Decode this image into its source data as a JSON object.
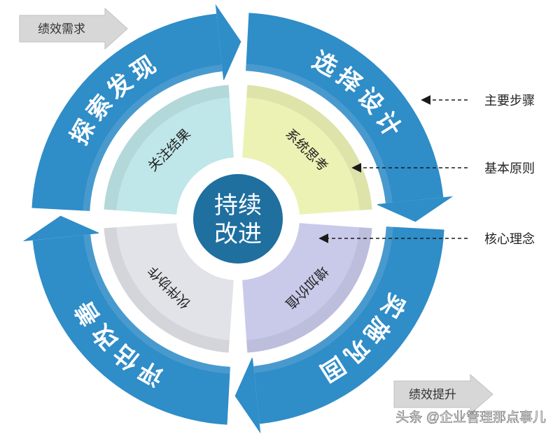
{
  "center": {
    "line1": "持续",
    "line2": "改进"
  },
  "outer_stages": [
    "选择设计",
    "实施巩固",
    "评估改善",
    "探索发现"
  ],
  "inner_principles": [
    "系统思考",
    "增加价值",
    "伙伴协作",
    "关注结果"
  ],
  "callouts": {
    "steps": "主要步骤",
    "principles": "基本原则",
    "concept": "核心理念"
  },
  "tags": {
    "input": "绩效需求",
    "output": "绩效提升"
  },
  "watermark": "头条 @企业管理那点事儿",
  "colors": {
    "outer_ring": "#2f8dc8",
    "outer_ring_light": "#55ace0",
    "center": "#1f6e9e",
    "inner_tr": "#ecf2b4",
    "inner_br": "#c9c9ea",
    "inner_bl": "#e2e3e8",
    "inner_tl": "#bfe6e8",
    "tag_gray": "#d9d9d9"
  }
}
